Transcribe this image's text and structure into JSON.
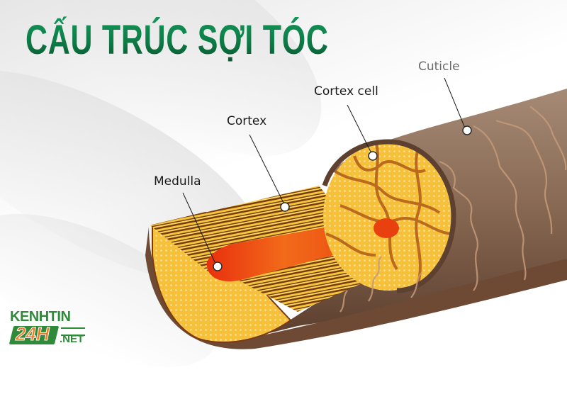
{
  "title": "CẤU TRÚC SỢI TÓC",
  "labels": {
    "cuticle": "Cuticle",
    "cortex_cell": "Cortex cell",
    "cortex": "Cortex",
    "medulla": "Medulla"
  },
  "logo": {
    "top": "KENHTIN",
    "badge": "24H",
    "suffix": ".NET"
  },
  "colors": {
    "title_green": "#0d7a45",
    "cuticle_brown": "#8a6a55",
    "cortex_yellow": "#f5c23a",
    "medulla_orange": "#f0621a",
    "logo_green": "#2f8a3a",
    "logo_orange": "#f07a1e"
  }
}
